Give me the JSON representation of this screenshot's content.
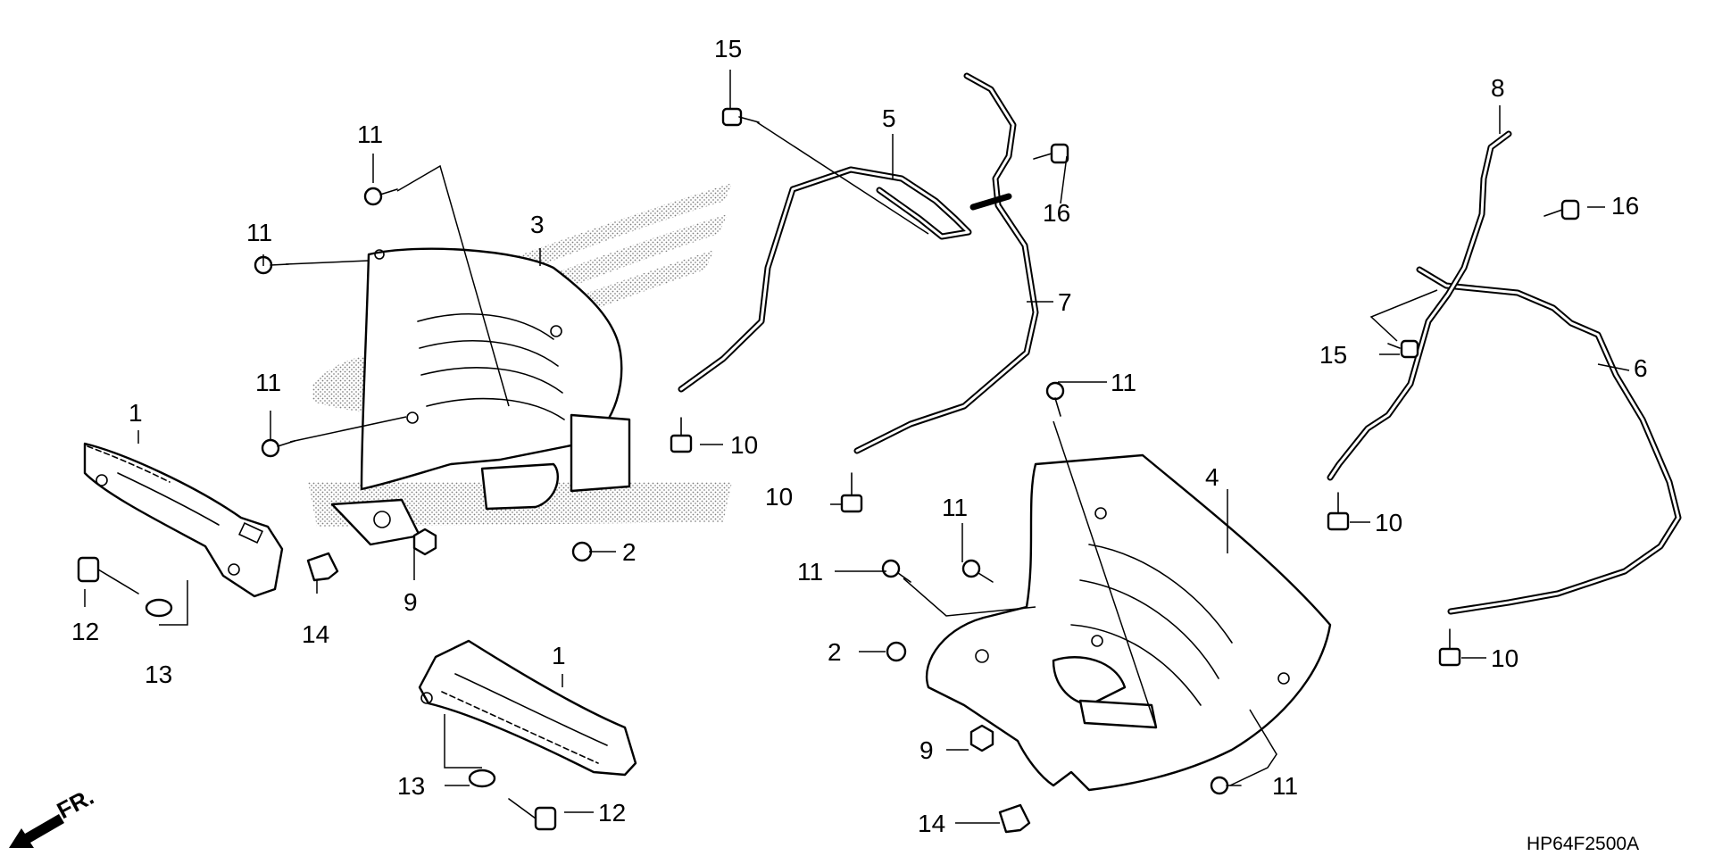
{
  "labels": {
    "p1a": "1",
    "p1b": "1",
    "p2a": "2",
    "p2b": "2",
    "p3": "3",
    "p4": "4",
    "p5": "5",
    "p6": "6",
    "p7": "7",
    "p8": "8",
    "p9a": "9",
    "p9b": "9",
    "p10a": "10",
    "p10b": "10",
    "p10c": "10",
    "p10d": "10",
    "p11a": "11",
    "p11b": "11",
    "p11c": "11",
    "p11d": "11",
    "p11e": "11",
    "p11f": "11",
    "p11g": "11",
    "p12a": "12",
    "p12b": "12",
    "p13a": "13",
    "p13b": "13",
    "p14a": "14",
    "p14b": "14",
    "p15a": "15",
    "p15b": "15",
    "p16a": "16",
    "p16b": "16"
  },
  "front_indicator": "FR.",
  "diagram_code": "HP64F2500A",
  "colors": {
    "ink": "#000000",
    "paper": "#ffffff",
    "watermark": "#b4b4b4"
  }
}
